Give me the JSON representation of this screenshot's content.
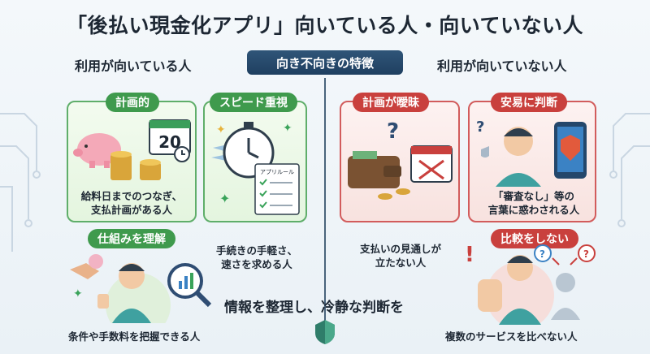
{
  "title": "「後払い現金化アプリ」向いている人・向いていない人",
  "center_label": "向き不向きの特徴",
  "left_header": "利用が向いている人",
  "right_header": "利用が向いていない人",
  "suitable": [
    {
      "badge": "計画的",
      "lines": [
        "給料日までのつなぎ、",
        "支払計画がある人"
      ],
      "calendar_number": "20"
    },
    {
      "badge": "スピード重視",
      "lines": [
        "手続きの手軽さ、",
        "速さを求める人"
      ],
      "doc_label": "アプリルール"
    },
    {
      "badge": "仕組みを理解",
      "lines": [
        "条件や手数料を把握できる人"
      ]
    }
  ],
  "unsuitable": [
    {
      "badge": "計画が曖昧",
      "lines": [
        "支払いの見通しが",
        "立たない人"
      ]
    },
    {
      "badge": "安易に判断",
      "lines": [
        "「審査なし」等の",
        "言葉に惑わされる人"
      ]
    },
    {
      "badge": "比較をしない",
      "lines": [
        "複数のサービスを比べない人"
      ]
    }
  ],
  "bottom_message": "情報を整理し、冷静な判断を",
  "colors": {
    "green": "#3f9a4d",
    "red": "#c9403d",
    "navy": "#1f3f60"
  }
}
